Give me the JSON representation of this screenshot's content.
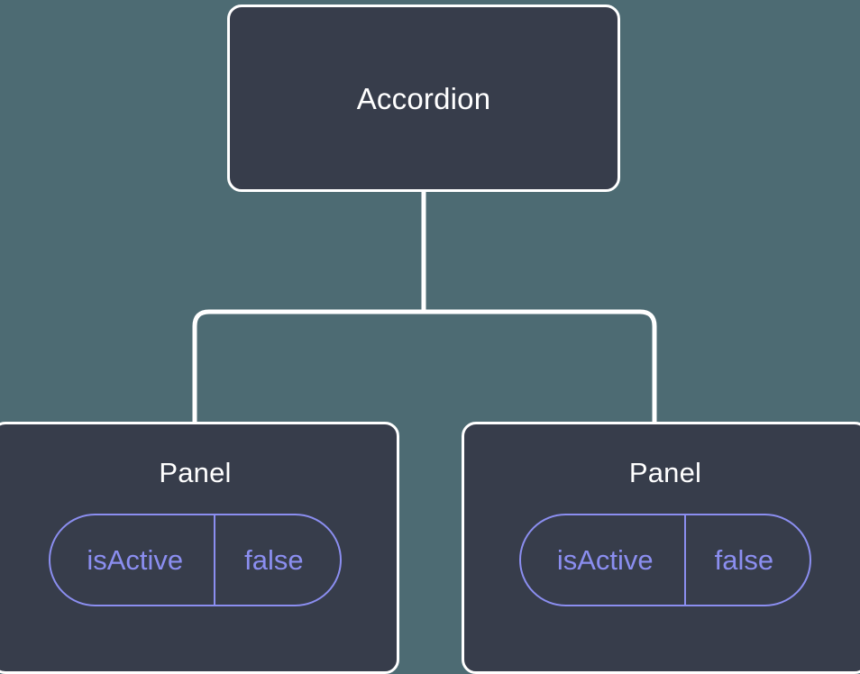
{
  "diagram": {
    "type": "component-tree",
    "background_color": "#4d6b73",
    "node_fill_color": "#373d4b",
    "node_border_color": "#ffffff",
    "edge_color": "#ffffff",
    "prop_accent_color": "#8b8ef0"
  },
  "root": {
    "title": "Accordion"
  },
  "children": [
    {
      "title": "Panel",
      "prop": {
        "key": "isActive",
        "value": "false"
      }
    },
    {
      "title": "Panel",
      "prop": {
        "key": "isActive",
        "value": "false"
      }
    }
  ]
}
